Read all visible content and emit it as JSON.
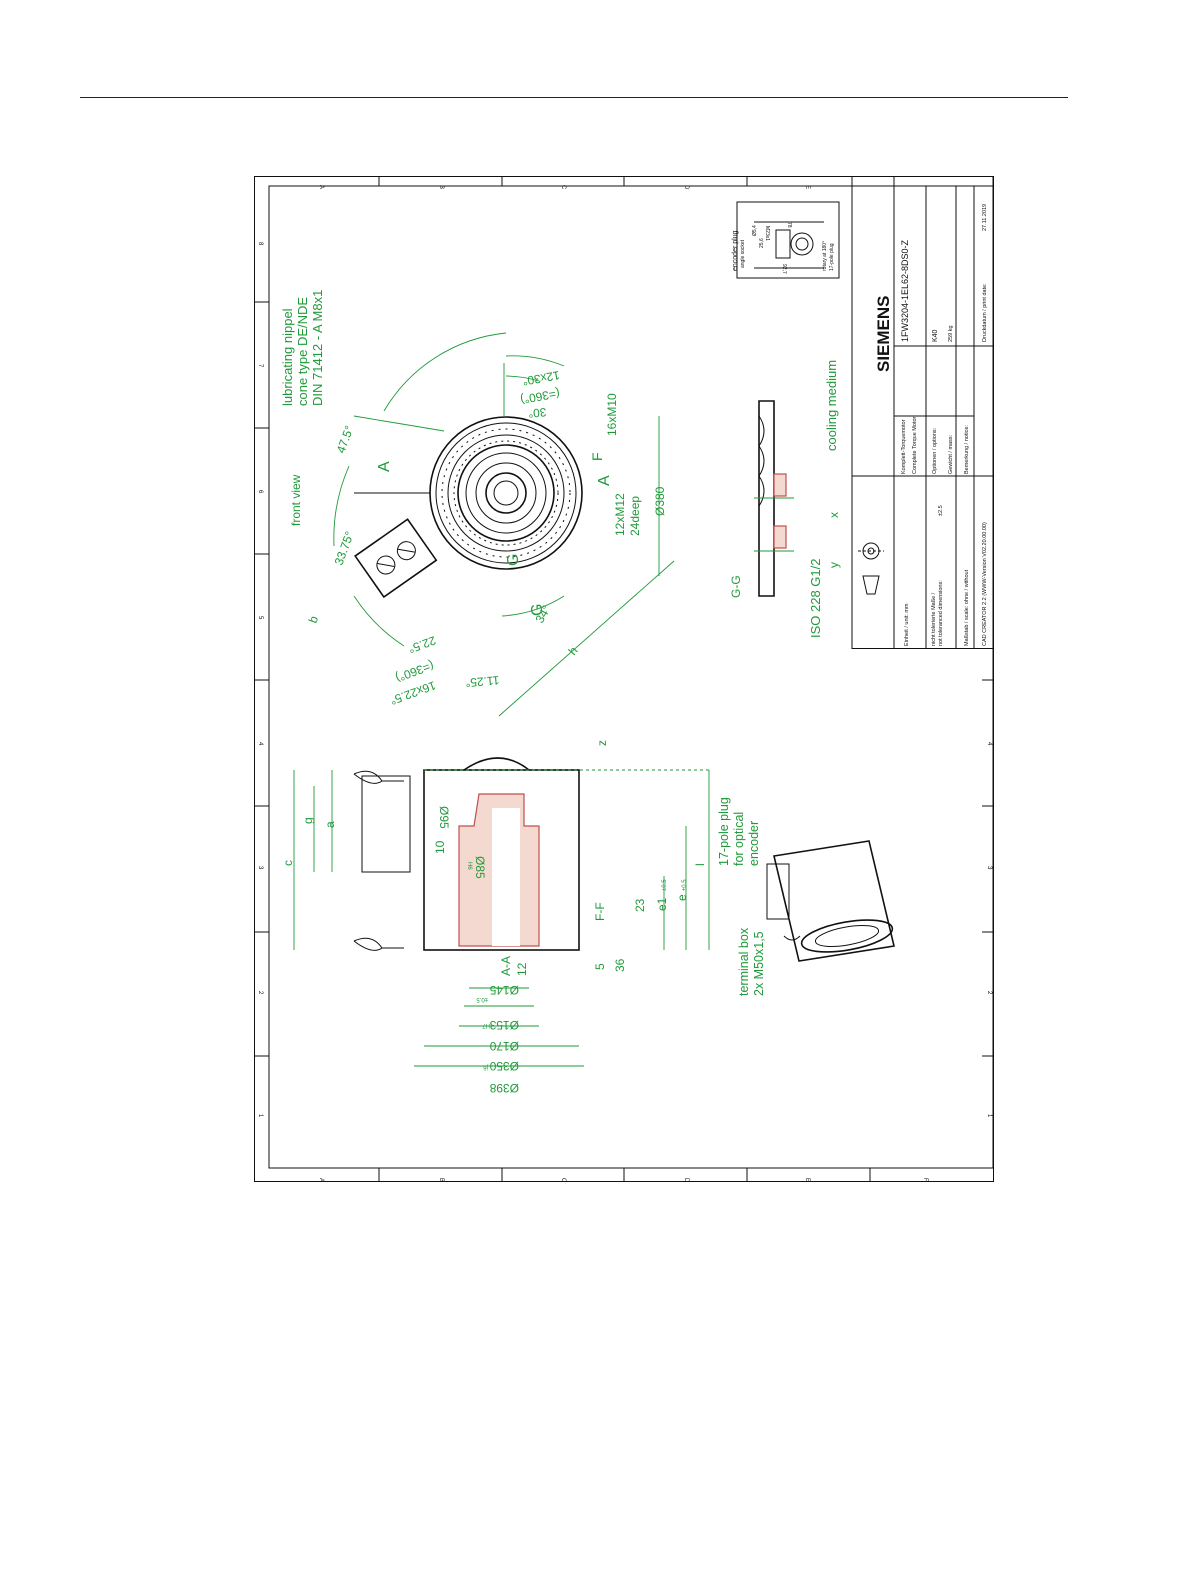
{
  "drawing": {
    "zone_letters": [
      "A",
      "B",
      "C",
      "D",
      "E",
      "F"
    ],
    "zone_numbers": [
      "1",
      "2",
      "3",
      "4",
      "5",
      "6",
      "7",
      "8"
    ],
    "views": {
      "front_view": "front view",
      "section_gg": "G-G",
      "section_aa": "A-A",
      "section_ff": "F-F",
      "encoder_plug_title": "encoder plug",
      "encoder_plug_sub": "angle socket",
      "encoder_plug_note1": "rotary at 180°",
      "encoder_plug_note2": "17-pole plug"
    },
    "annotations": {
      "lubricating": [
        "lubricating nippel",
        "cone type DE/NDE",
        "DIN 71412 - A M8x1"
      ],
      "cooling": "cooling medium",
      "iso": "ISO 228 G1/2",
      "plug": [
        "17-pole plug",
        "for optical",
        "encoder"
      ],
      "terminal": [
        "terminal box",
        "2x M50x1,5"
      ]
    },
    "front_dims": {
      "angle_475": "47.5°",
      "angle_3375": "33.75°",
      "angle_34": "34°",
      "angle_225": "22.5°",
      "angle_1125": "11.25°",
      "pattern_16": "16x22.5°",
      "pattern_16_eq": "(=360°)",
      "pattern_12": "12x30°",
      "pattern_12_eq": "(=360°)",
      "angle_30": "30°",
      "holes_16": "16xM10",
      "holes_12": "12xM12",
      "deep": "24deep",
      "dia_380": "Ø380",
      "h": "h",
      "b": "b",
      "marker_a": "A",
      "marker_f": "F",
      "marker_g": "G"
    },
    "side_dims": {
      "c": "c",
      "g": "g",
      "a": "a",
      "z": "z",
      "l": "l",
      "e1": "e1",
      "e1_tol": "±0.5",
      "e": "e",
      "e_tol": "±0.5",
      "d23": "23",
      "d5": "5",
      "d36": "36",
      "d10": "10",
      "d12": "12",
      "dia_95": "Ø95",
      "dia_85": "Ø85",
      "dia_85_tol": "H6",
      "dia_145": "Ø145",
      "dia_145_tol": "±0.5",
      "dia_153": "Ø153",
      "dia_153_tol": "H7",
      "dia_170": "Ø170",
      "dia_350": "Ø350",
      "dia_350_tol": "j6",
      "dia_398": "Ø398"
    },
    "gg_dims": {
      "x": "x",
      "y": "y"
    },
    "encoder_dims": {
      "d1": "78",
      "d2": "M23x1",
      "d3": "92,7",
      "d4": "Ø5,4",
      "d5": "25,6"
    },
    "title_block": {
      "brand": "SIEMENS",
      "product_de": "Komplett-Torquemotor",
      "product_en": "Complete Torque Motor",
      "order_no": "1FW3204-1EL62-8DS0-Z",
      "unit": "Einheit / unit: mm",
      "tol_de": "nicht tolerierte Maße /",
      "tol_en": "not toleranced dimensions:",
      "tol_val": "±2.5",
      "scale": "Maßstab / scale: ohne / without",
      "options_label": "Optionen / options:",
      "options_val": "K40",
      "mass_label": "Gewicht / mass:",
      "mass_val": "259 kg",
      "notice": "Bemerkung / notice:",
      "creator": "CAD CREATOR 2.2 (WWW-Version V02.20.00.00)",
      "print_label": "Druckdatum / print date:",
      "print_date": "27.11.2019"
    }
  }
}
